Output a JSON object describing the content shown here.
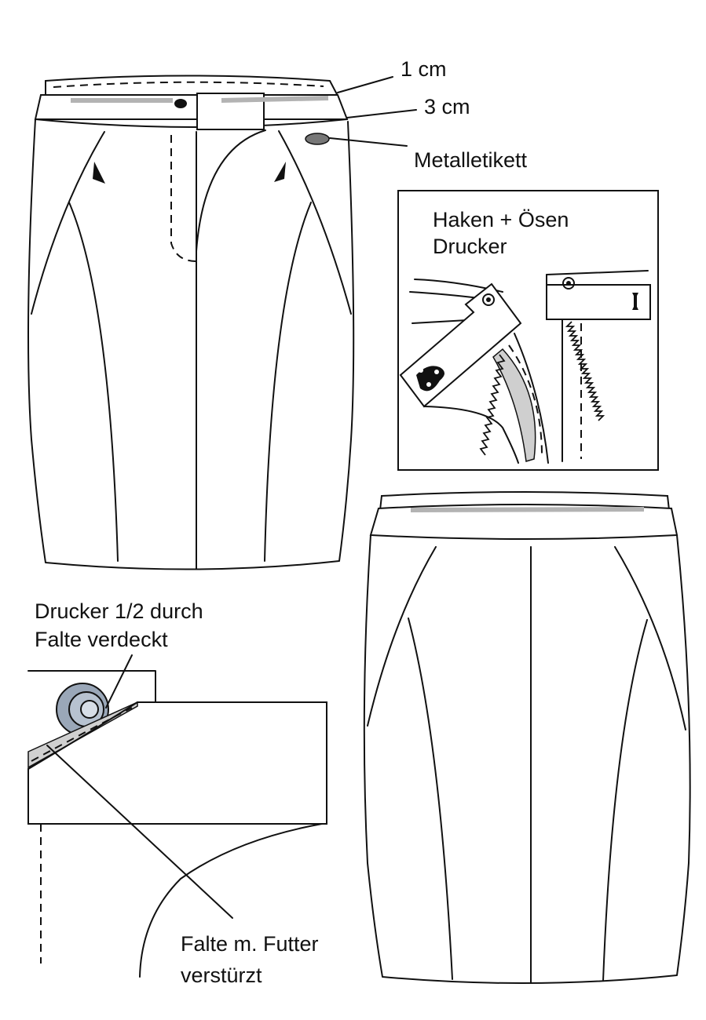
{
  "labels": {
    "one_cm": "1 cm",
    "three_cm": "3 cm",
    "metal_label": "Metalletikett",
    "hooks_line1": "Haken + Ösen",
    "hooks_line2": "Drucker",
    "snap_line1": "Drucker 1/2 durch",
    "snap_line2": "Falte verdeckt",
    "fold_line1": "Falte m. Futter",
    "fold_line2": "verstürzt"
  },
  "colors": {
    "line": "#111111",
    "tape": "#b3b3b3",
    "label_fill": "#777777",
    "snap_metal": "#9aa7b8",
    "lining_fill": "#d0d0d0"
  }
}
